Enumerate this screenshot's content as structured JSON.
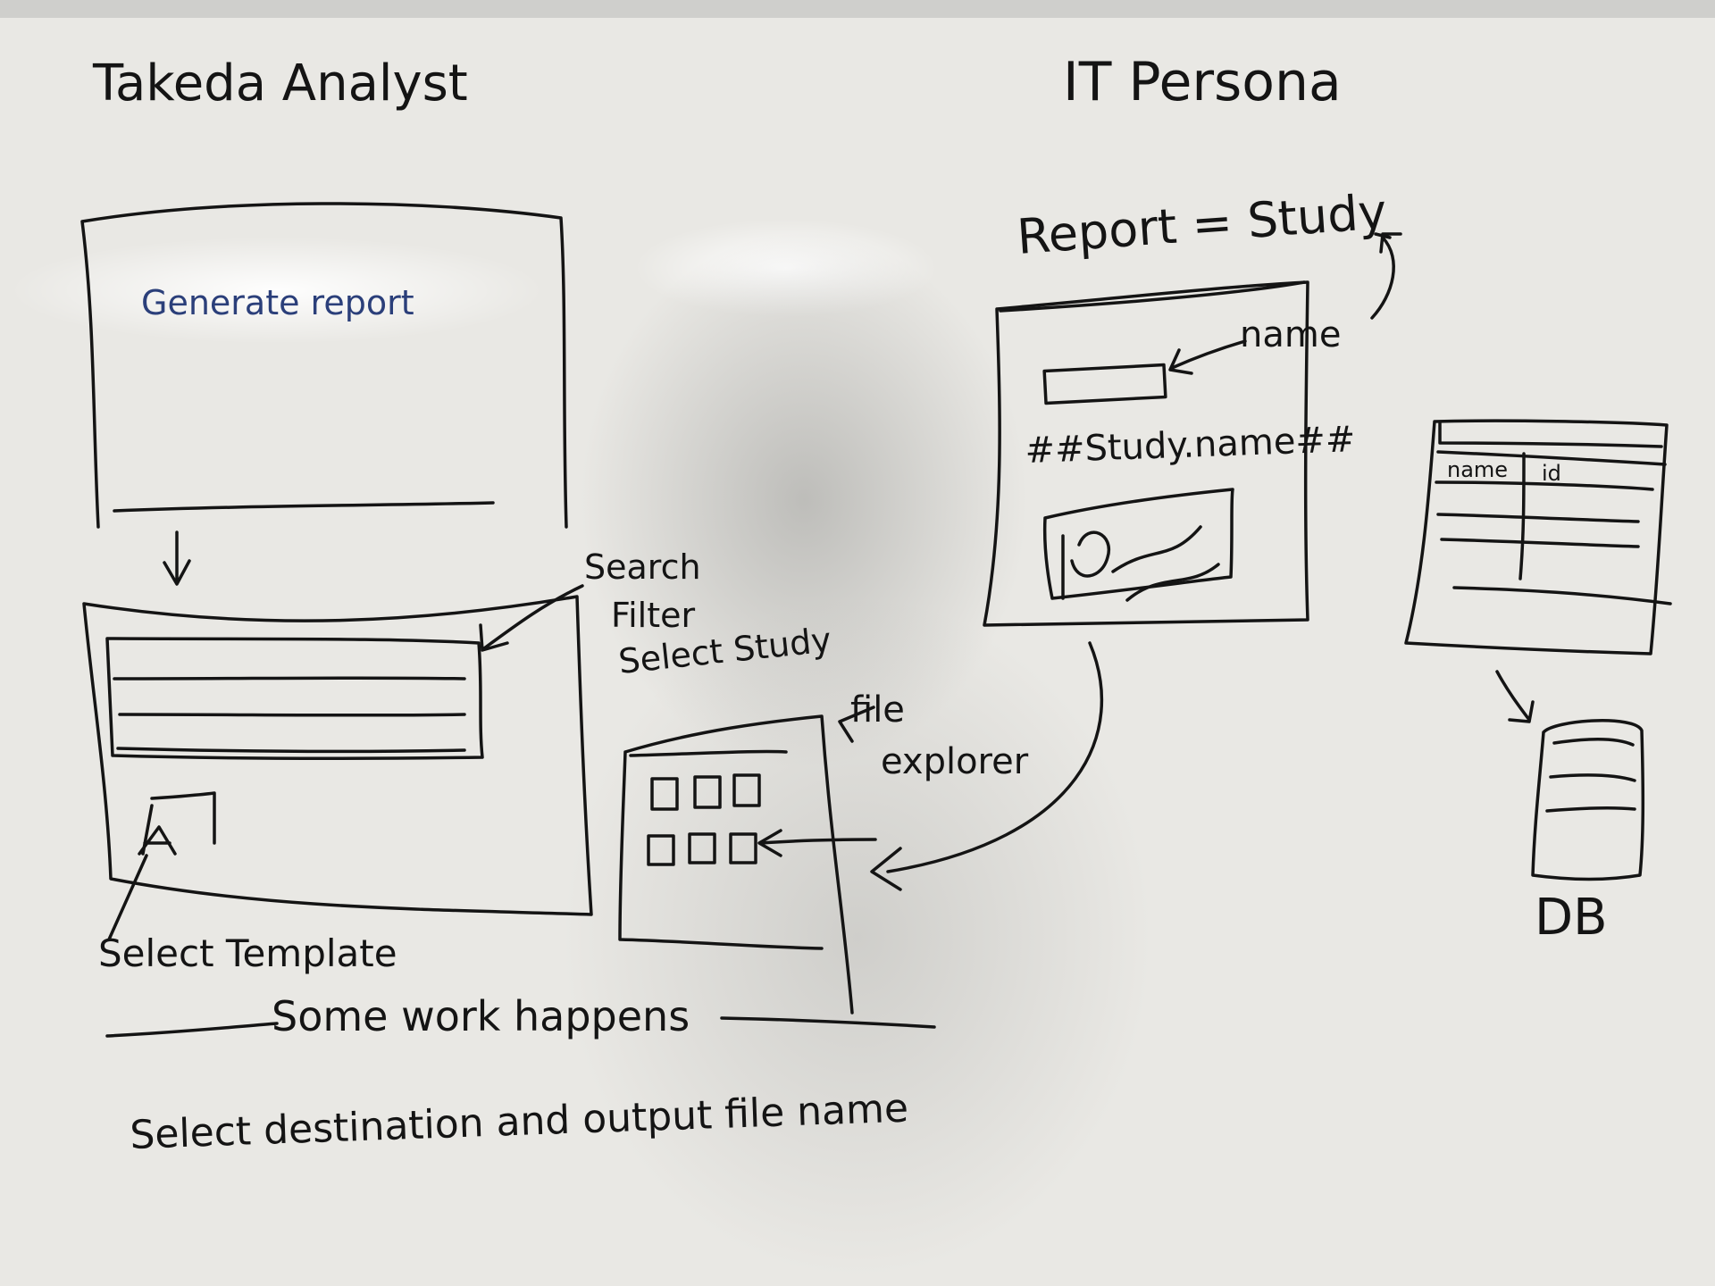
{
  "board": {
    "ink_color": "#141414",
    "blue_ink_color": "#2b3f7a",
    "surface_color": "#ecebe7"
  },
  "analyst": {
    "title": "Takeda Analyst",
    "generate_report_label": "Generate report",
    "search_note": [
      "Search",
      "Filter",
      "Select Study"
    ],
    "select_template_label": "Select Template",
    "file_explorer_label": [
      "file",
      "explorer"
    ],
    "work_label": "Some work happens",
    "destination_label": "Select destination and output file name"
  },
  "it": {
    "title": "IT Persona",
    "equation": "Report = Study",
    "name_label": "name",
    "placeholder_label": "##Study.name##",
    "table_headers": [
      "name",
      "id"
    ],
    "db_label": "DB"
  }
}
